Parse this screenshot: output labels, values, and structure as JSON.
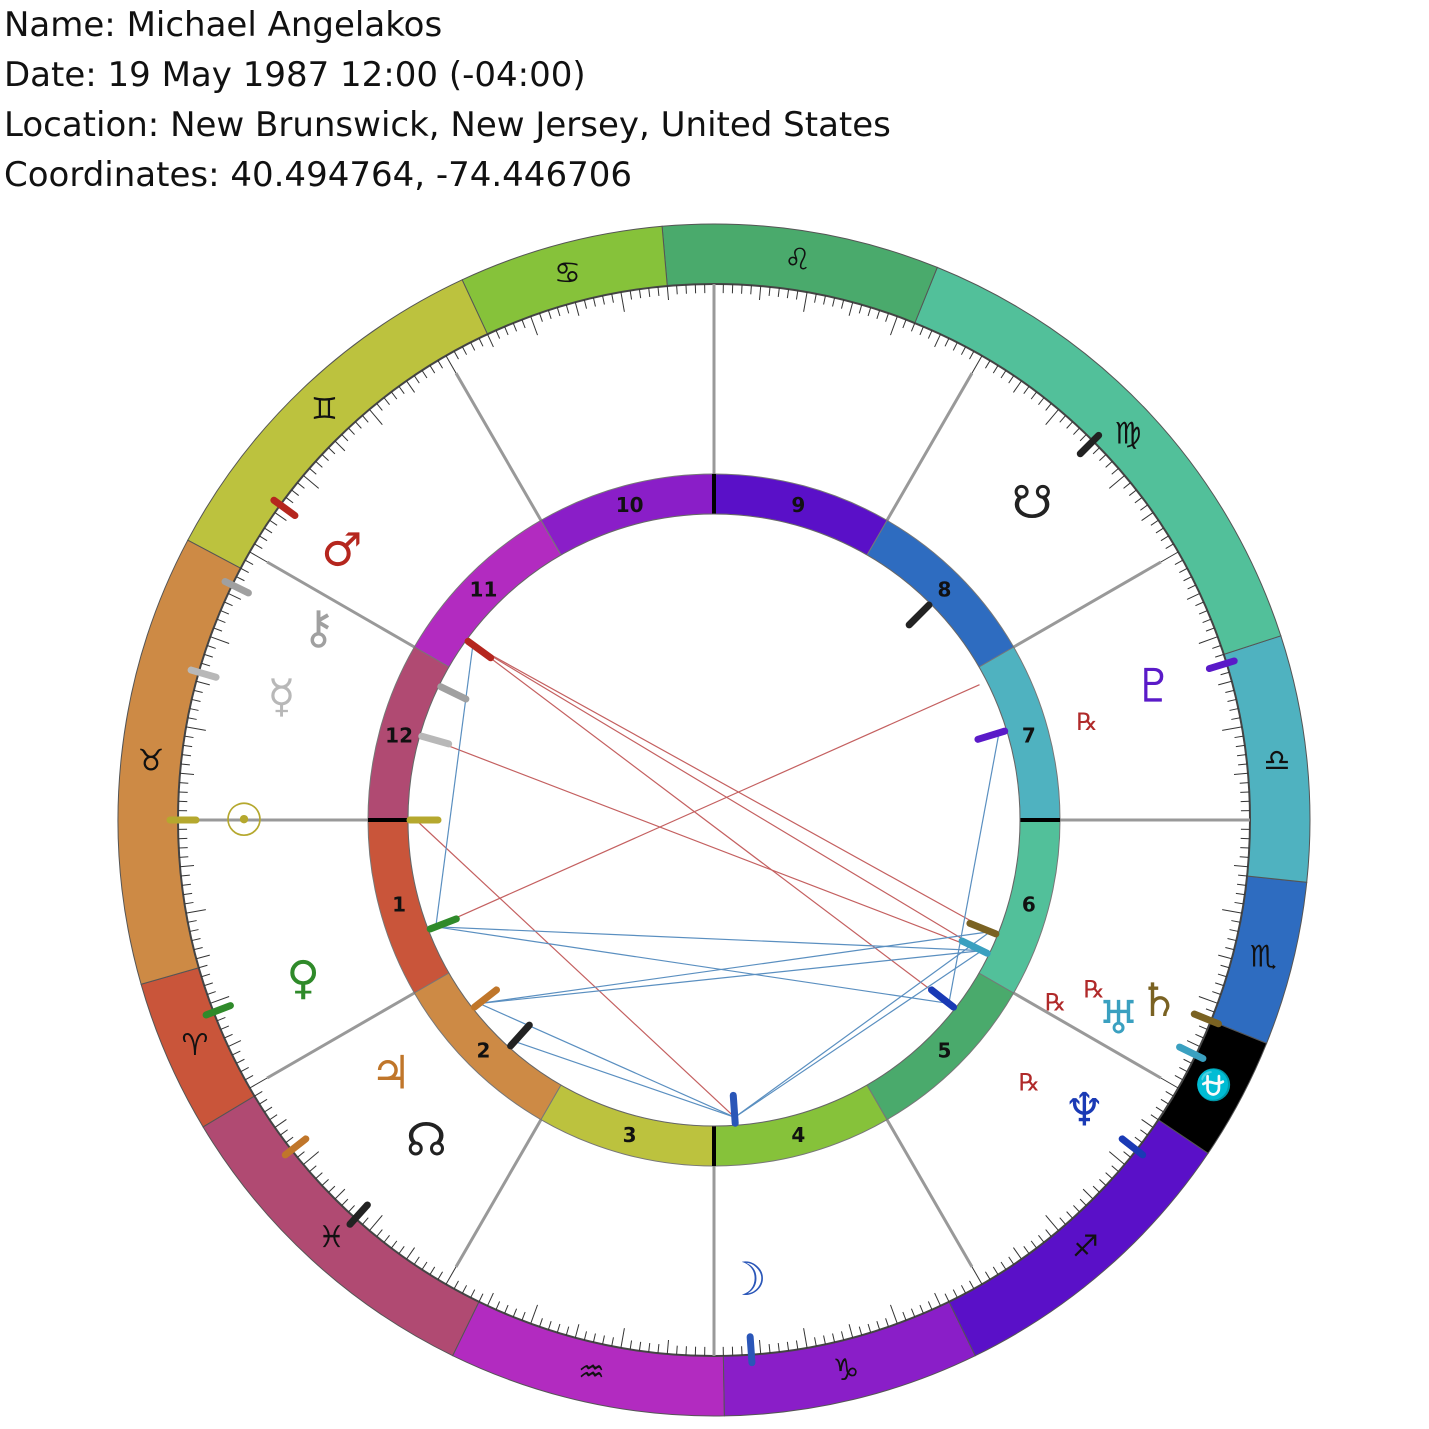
{
  "header": {
    "name": "Name: Michael Angelakos",
    "date": "Date: 19 May 1987 12:00 (-04:00)",
    "location": "Location: New Brunswick, New Jersey, United States",
    "coordinates": "Coordinates: 40.494764, -74.446706"
  },
  "chart": {
    "ascendant_deg": 0,
    "signs": [
      {
        "glyph": "♈",
        "name": "Aries",
        "color": "#c9553a",
        "start": 16,
        "end": 31,
        "glyph_color": "#111111"
      },
      {
        "glyph": "♓",
        "name": "Pisces",
        "color": "#b04a72",
        "start": 31,
        "end": 64,
        "glyph_color": "#111111"
      },
      {
        "glyph": "♒",
        "name": "Aquarius",
        "color": "#b22bc0",
        "start": 64,
        "end": 91,
        "glyph_color": "#111111"
      },
      {
        "glyph": "♑",
        "name": "Capricorn",
        "color": "#8a1ec8",
        "start": 91,
        "end": 116,
        "glyph_color": "#111111"
      },
      {
        "glyph": "♐",
        "name": "Sagittarius",
        "color": "#5a10c8",
        "start": 116,
        "end": 146,
        "glyph_color": "#111111"
      },
      {
        "glyph": "⛎",
        "name": "Ophiuchus",
        "color": "#000000",
        "start": 146,
        "end": 158,
        "glyph_color": "#ffffff"
      },
      {
        "glyph": "♏",
        "name": "Scorpio",
        "color": "#2e6cc0",
        "start": 158,
        "end": 174,
        "glyph_color": "#111111"
      },
      {
        "glyph": "♎",
        "name": "Libra",
        "color": "#4fb2c0",
        "start": 174,
        "end": 198,
        "glyph_color": "#111111"
      },
      {
        "glyph": "♍",
        "name": "Virgo",
        "color": "#52c09a",
        "start": 198,
        "end": 248,
        "glyph_color": "#111111"
      },
      {
        "glyph": "♌",
        "name": "Leo",
        "color": "#4aaa6c",
        "start": 248,
        "end": 275,
        "glyph_color": "#111111"
      },
      {
        "glyph": "♋",
        "name": "Cancer",
        "color": "#86c23a",
        "start": 275,
        "end": 295,
        "glyph_color": "#111111"
      },
      {
        "glyph": "♊",
        "name": "Gemini",
        "color": "#bcc23e",
        "start": 295,
        "end": 332,
        "glyph_color": "#111111"
      },
      {
        "glyph": "♉",
        "name": "Taurus",
        "color": "#cd8a45",
        "start": 332,
        "end": 376,
        "glyph_color": "#111111"
      }
    ],
    "houses": [
      {
        "num": "1",
        "color": "#c9553a",
        "start": 0,
        "end": 30
      },
      {
        "num": "2",
        "color": "#cd8a45",
        "start": 30,
        "end": 60
      },
      {
        "num": "3",
        "color": "#bcc23e",
        "start": 60,
        "end": 90
      },
      {
        "num": "4",
        "color": "#86c23a",
        "start": 90,
        "end": 120
      },
      {
        "num": "5",
        "color": "#4aaa6c",
        "start": 120,
        "end": 150
      },
      {
        "num": "6",
        "color": "#52c09a",
        "start": 150,
        "end": 180
      },
      {
        "num": "7",
        "color": "#4fb2c0",
        "start": 180,
        "end": 210
      },
      {
        "num": "8",
        "color": "#2e6cc0",
        "start": 210,
        "end": 240
      },
      {
        "num": "9",
        "color": "#5a10c8",
        "start": 240,
        "end": 270
      },
      {
        "num": "10",
        "color": "#8a1ec8",
        "start": 270,
        "end": 300
      },
      {
        "num": "11",
        "color": "#b22bc0",
        "start": 300,
        "end": 330
      },
      {
        "num": "12",
        "color": "#b04a72",
        "start": 330,
        "end": 360
      }
    ],
    "planets": [
      {
        "name": "Sun",
        "glyph": "☉",
        "color": "#b5a82e",
        "lon": 0,
        "glyph_r": 470,
        "retro": false
      },
      {
        "name": "Mercury",
        "glyph": "☿",
        "color": "#b8b8b8",
        "lon": 344,
        "glyph_r": 450,
        "retro": false
      },
      {
        "name": "Chiron",
        "glyph": "⚷",
        "color": "#a0a0a0",
        "lon": 334,
        "glyph_r": 440,
        "retro": false
      },
      {
        "name": "Mars",
        "glyph": "♂",
        "color": "#b5261e",
        "lon": 324,
        "glyph_r": 460,
        "retro": false
      },
      {
        "name": "Venus",
        "glyph": "♀",
        "color": "#2f8a2a",
        "lon": 21,
        "glyph_r": 440,
        "retro": false
      },
      {
        "name": "Jupiter",
        "glyph": "♃",
        "color": "#c0762a",
        "lon": 38,
        "glyph_r": 410,
        "retro": false
      },
      {
        "name": "North Node",
        "glyph": "☊",
        "color": "#222222",
        "lon": 48,
        "glyph_r": 430,
        "retro": false
      },
      {
        "name": "Moon",
        "glyph": "☽",
        "color": "#2a56b8",
        "lon": 94,
        "glyph_r": 460,
        "retro": false
      },
      {
        "name": "Neptune",
        "glyph": "♆",
        "color": "#1a3ab5",
        "lon": 142,
        "glyph_r": 470,
        "retro": true
      },
      {
        "name": "Uranus",
        "glyph": "♅",
        "color": "#3aa0c0",
        "lon": 154,
        "glyph_r": 450,
        "retro": true
      },
      {
        "name": "Saturn",
        "glyph": "♄",
        "color": "#7a6222",
        "lon": 158,
        "glyph_r": 480,
        "retro": true
      },
      {
        "name": "Pluto",
        "glyph": "♇",
        "color": "#5a1ac8",
        "lon": 197,
        "glyph_r": 460,
        "retro": true
      },
      {
        "name": "South Node",
        "glyph": "☋",
        "color": "#222222",
        "lon": 225,
        "glyph_r": 450,
        "retro": false
      }
    ],
    "retrograde_label": "℞",
    "aspects": [
      {
        "a": 0,
        "b": 94,
        "color": "#c46060"
      },
      {
        "a": 21,
        "b": 207,
        "color": "#c46060"
      },
      {
        "a": 324,
        "b": 154,
        "color": "#c46060"
      },
      {
        "a": 324,
        "b": 158,
        "color": "#c46060"
      },
      {
        "a": 324,
        "b": 142,
        "color": "#c46060"
      },
      {
        "a": 344,
        "b": 154,
        "color": "#c46060"
      },
      {
        "a": 21,
        "b": 154,
        "color": "#5a8fc0"
      },
      {
        "a": 21,
        "b": 142,
        "color": "#5a8fc0"
      },
      {
        "a": 21,
        "b": 324,
        "color": "#5a8fc0"
      },
      {
        "a": 38,
        "b": 94,
        "color": "#5a8fc0"
      },
      {
        "a": 38,
        "b": 154,
        "color": "#5a8fc0"
      },
      {
        "a": 38,
        "b": 158,
        "color": "#5a8fc0"
      },
      {
        "a": 48,
        "b": 94,
        "color": "#5a8fc0"
      },
      {
        "a": 94,
        "b": 154,
        "color": "#5a8fc0"
      },
      {
        "a": 94,
        "b": 158,
        "color": "#5a8fc0"
      },
      {
        "a": 142,
        "b": 197,
        "color": "#5a8fc0"
      }
    ]
  }
}
